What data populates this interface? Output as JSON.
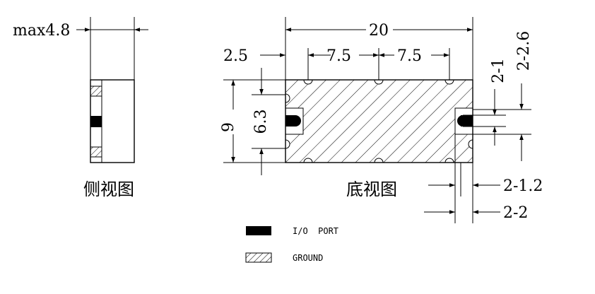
{
  "side_view": {
    "thickness_label": "max4.8",
    "caption": "侧视图"
  },
  "bottom_view": {
    "caption": "底视图",
    "dimensions": {
      "width": "20",
      "edge_offset": "2.5",
      "pitch_1": "7.5",
      "pitch_2": "7.5",
      "height": "9",
      "port_offset": "6.3",
      "port_height": "2-1",
      "port_overall": "2-2.6",
      "port_width": "2-1.2",
      "port_pad_width": "2-2"
    }
  },
  "legend": {
    "items": [
      {
        "label": "I/O  PORT",
        "pattern": "solid"
      },
      {
        "label": "GROUND",
        "pattern": "hatch"
      }
    ]
  }
}
